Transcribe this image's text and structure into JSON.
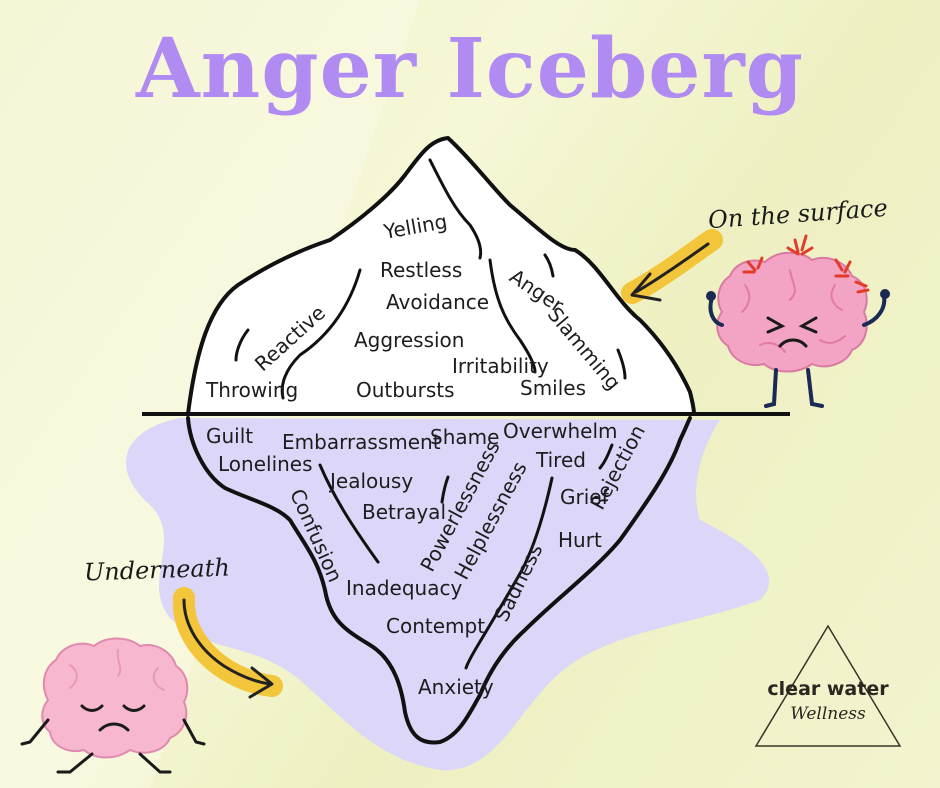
{
  "title": "Anger Iceberg",
  "colors": {
    "title": "#b08bf2",
    "background": "#f3f4cf",
    "iceberg_top": "#ffffff",
    "underwater": "#dcd6f8",
    "arrow": "#f3c53a",
    "brain": "#f3a3c3",
    "stress_mark": "#e23b2a"
  },
  "surface_label": "On the surface",
  "underneath_label": "Underneath",
  "surface_words": [
    "Yelling",
    "Restless",
    "Avoidance",
    "Reactive",
    "Aggression",
    "Anger",
    "Slamming",
    "Irritability",
    "Throwing",
    "Outbursts",
    "Smiles"
  ],
  "underneath_words": [
    "Guilt",
    "Embarrassment",
    "Shame",
    "Overwhelm",
    "Lonelines",
    "Tired",
    "Rejection",
    "Jealousy",
    "Confusion",
    "Betrayal",
    "Powerlessness",
    "Helplessness",
    "Grief",
    "Hurt",
    "Sadness",
    "Inadequacy",
    "Contempt",
    "Anxiety"
  ],
  "logo": {
    "name": "clear water",
    "tagline": "Wellness"
  },
  "icons": [
    "angry-brain-icon",
    "sad-brain-icon",
    "surface-arrow-icon",
    "underneath-arrow-icon",
    "logo-triangle-icon"
  ]
}
